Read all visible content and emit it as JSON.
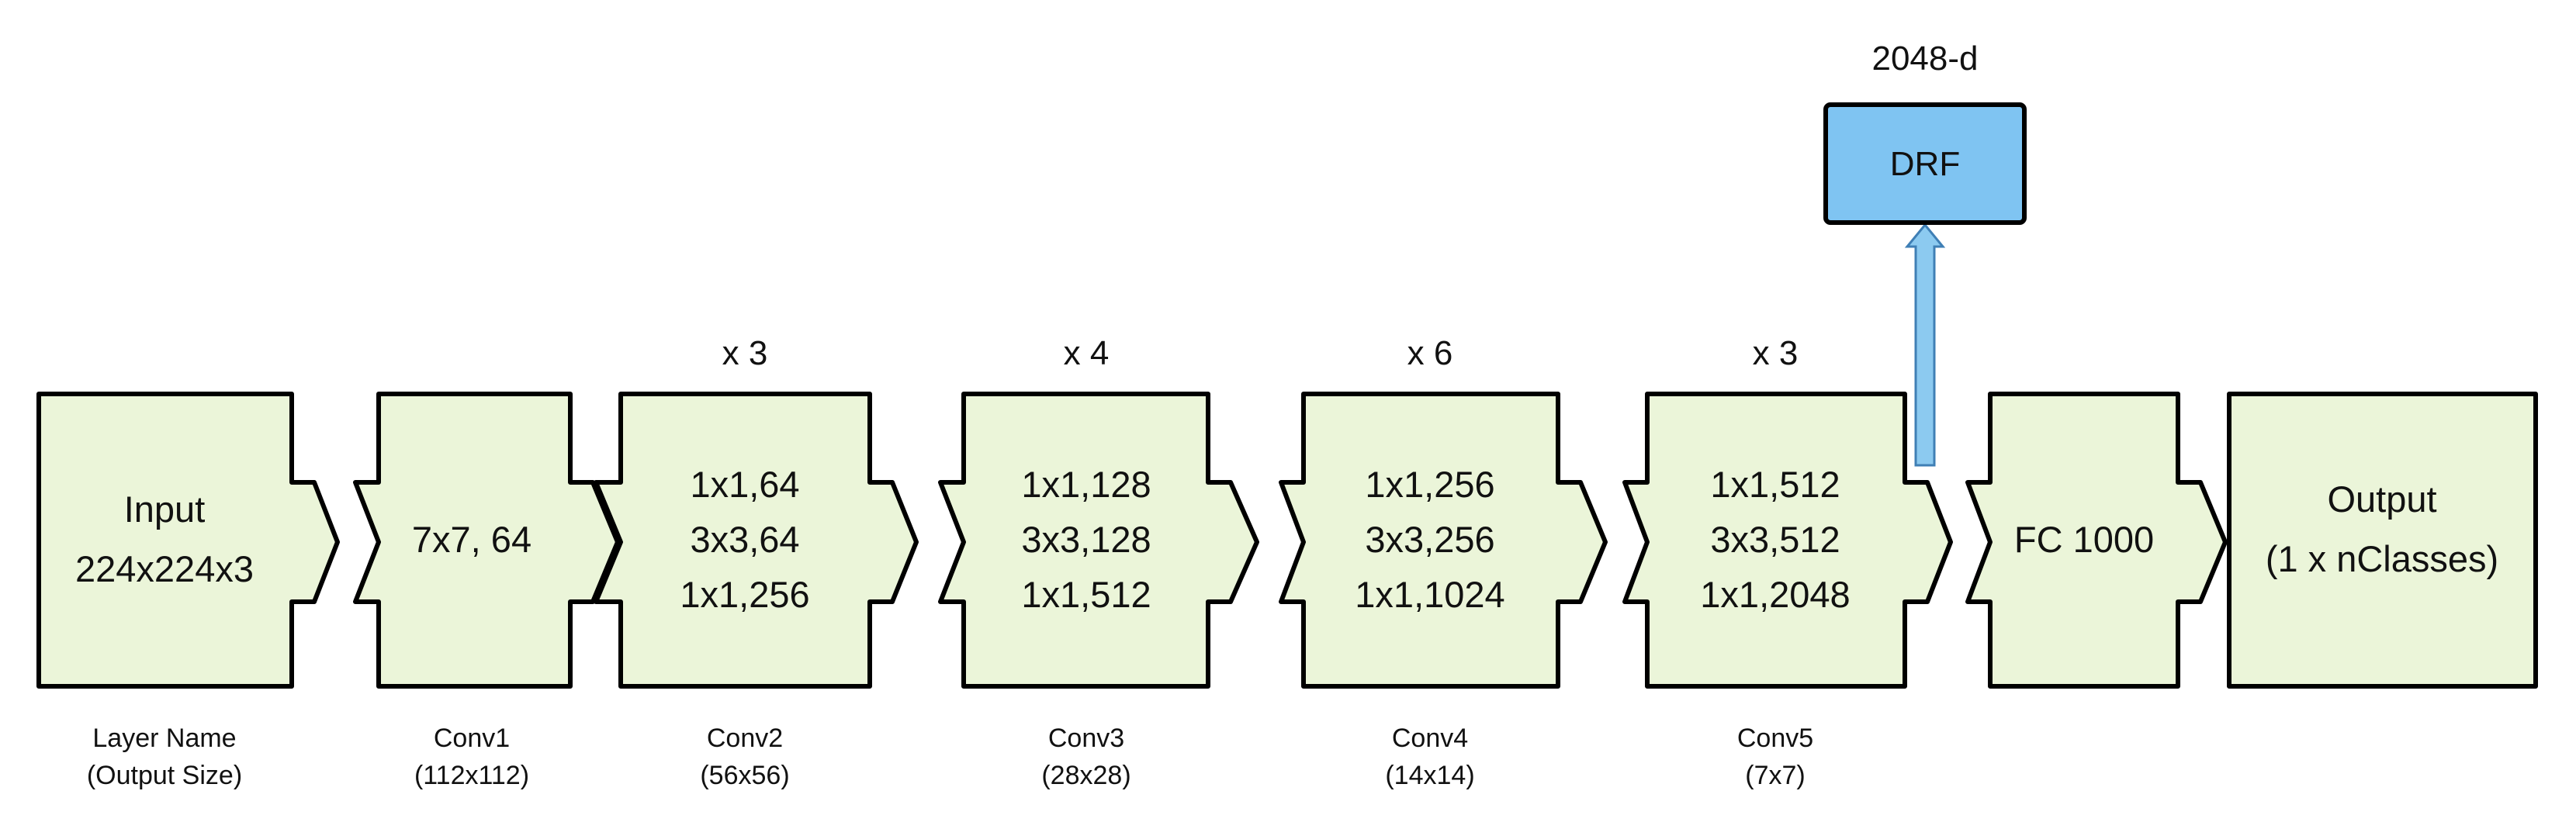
{
  "colors": {
    "block_fill": "#ebf5d9",
    "block_stroke": "#000000",
    "drf_fill": "#7fc4f2",
    "drf_arrow_fill": "#8ccaf0",
    "drf_arrow_stroke": "#3f7fb5"
  },
  "blocks": [
    {
      "lines": [
        "Input",
        "224x224x3"
      ]
    },
    {
      "lines": [
        "7x7, 64"
      ]
    },
    {
      "lines": [
        "1x1,64",
        "3x3,64",
        "1x1,256"
      ]
    },
    {
      "lines": [
        "1x1,128",
        "3x3,128",
        "1x1,512"
      ]
    },
    {
      "lines": [
        "1x1,256",
        "3x3,256",
        "1x1,1024"
      ]
    },
    {
      "lines": [
        "1x1,512",
        "3x3,512",
        "1x1,2048"
      ]
    },
    {
      "lines": [
        "FC 1000"
      ]
    },
    {
      "lines": [
        "Output",
        "(1 x nClasses)"
      ]
    }
  ],
  "repeats": [
    "x 3",
    "x 4",
    "x 6",
    "x 3"
  ],
  "captions": [
    {
      "lines": [
        "Layer Name",
        "(Output Size)"
      ]
    },
    {
      "lines": [
        "Conv1",
        "(112x112)"
      ]
    },
    {
      "lines": [
        "Conv2",
        "(56x56)"
      ]
    },
    {
      "lines": [
        "Conv3",
        "(28x28)"
      ]
    },
    {
      "lines": [
        "Conv4",
        "(14x14)"
      ]
    },
    {
      "lines": [
        "Conv5",
        "(7x7)"
      ]
    }
  ],
  "drf": {
    "label": "DRF",
    "dimension": "2048-d"
  }
}
